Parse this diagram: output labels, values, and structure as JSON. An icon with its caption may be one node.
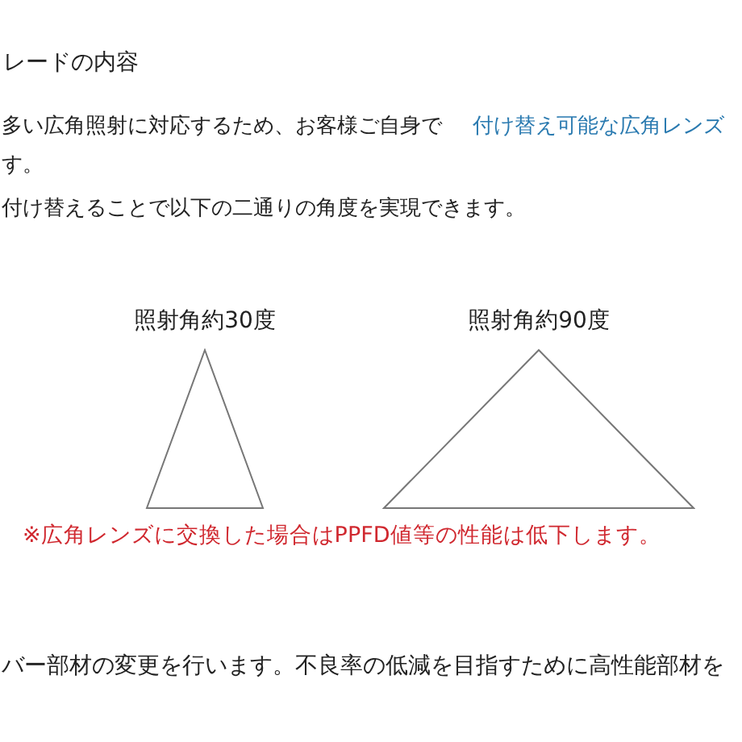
{
  "diagram": {
    "title": "レードの内容",
    "nodes": [
      {
        "text": [
          "照射角約30度"
        ]
      },
      {
        "text": [
          "照射角約90度"
        ]
      }
    ],
    "edges": [],
    "labels": [
      "多い広角照射に対応するため、お客様ご自身で",
      "付け替え可能な広角レンズ",
      "す。",
      "付け替えることで以下の二通りの角度を実現できます。",
      "※広角レンズに交換した場合はPPFD値等の性能は低下します。",
      "バー部材の変更を行います。不良率の低減を目指すために高性能部材を"
    ]
  }
}
